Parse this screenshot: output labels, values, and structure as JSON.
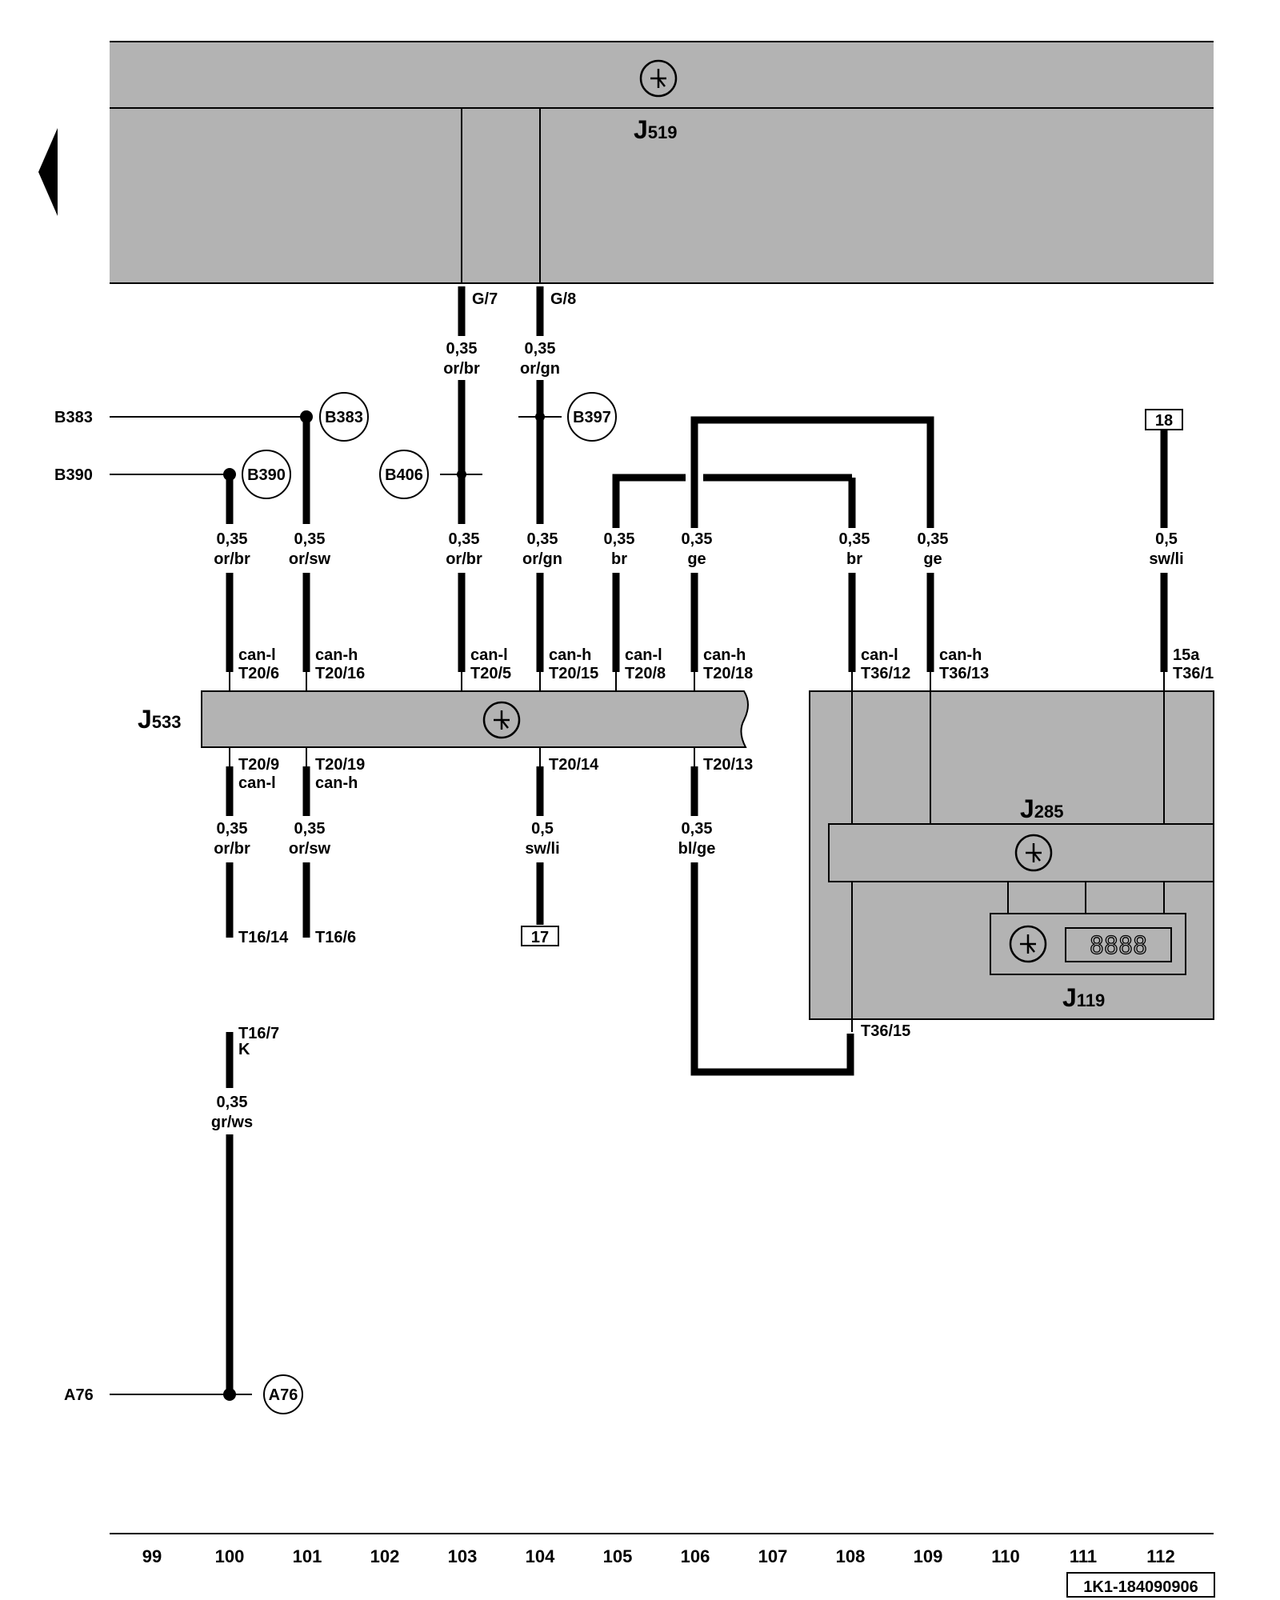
{
  "components": {
    "J519": {
      "name": "J",
      "sub": "519"
    },
    "J533": {
      "name": "J",
      "sub": "533"
    },
    "J285": {
      "name": "J",
      "sub": "285"
    },
    "J119": {
      "name": "J",
      "sub": "119"
    },
    "display_value": "8888"
  },
  "connectors": {
    "g7": "G/7",
    "g8": "G/8",
    "t20_6": "T20/6",
    "t20_16": "T20/16",
    "t20_5": "T20/5",
    "t20_15": "T20/15",
    "t20_8": "T20/8",
    "t20_18": "T20/18",
    "t36_12": "T36/12",
    "t36_13": "T36/13",
    "t36_1": "T36/1",
    "t20_9": "T20/9",
    "t20_19": "T20/19",
    "t20_14": "T20/14",
    "t20_13": "T20/13",
    "t16_14": "T16/14",
    "t16_6": "T16/6",
    "t16_7": "T16/7",
    "t36_15": "T36/15"
  },
  "signals": {
    "can_l": "can-l",
    "can_h": "can-h",
    "15a": "15a",
    "k": "K"
  },
  "wires": {
    "w103_top": {
      "size": "0,35",
      "color": "or/br"
    },
    "w104_top": {
      "size": "0,35",
      "color": "or/gn"
    },
    "w100_mid": {
      "size": "0,35",
      "color": "or/br"
    },
    "w101_mid": {
      "size": "0,35",
      "color": "or/sw"
    },
    "w103_mid": {
      "size": "0,35",
      "color": "or/br"
    },
    "w104_mid": {
      "size": "0,35",
      "color": "or/gn"
    },
    "w105_mid": {
      "size": "0,35",
      "color": "br"
    },
    "w106_mid": {
      "size": "0,35",
      "color": "ge"
    },
    "w108_mid": {
      "size": "0,35",
      "color": "br"
    },
    "w109_mid": {
      "size": "0,35",
      "color": "ge"
    },
    "w112_mid": {
      "size": "0,5",
      "color": "sw/li"
    },
    "w100_low": {
      "size": "0,35",
      "color": "or/br"
    },
    "w101_low": {
      "size": "0,35",
      "color": "or/sw"
    },
    "w104_low": {
      "size": "0,5",
      "color": "sw/li"
    },
    "w106_low": {
      "size": "0,35",
      "color": "bl/ge"
    },
    "w100_bot": {
      "size": "0,35",
      "color": "gr/ws"
    }
  },
  "splices": {
    "b383": "B383",
    "b390": "B390",
    "b406": "B406",
    "b397": "B397",
    "a76": "A76"
  },
  "refs": {
    "ref18": "18",
    "ref17": "17"
  },
  "axis": [
    "99",
    "100",
    "101",
    "102",
    "103",
    "104",
    "105",
    "106",
    "107",
    "108",
    "109",
    "110",
    "111",
    "112"
  ],
  "doc_id": "1K1-184090906"
}
